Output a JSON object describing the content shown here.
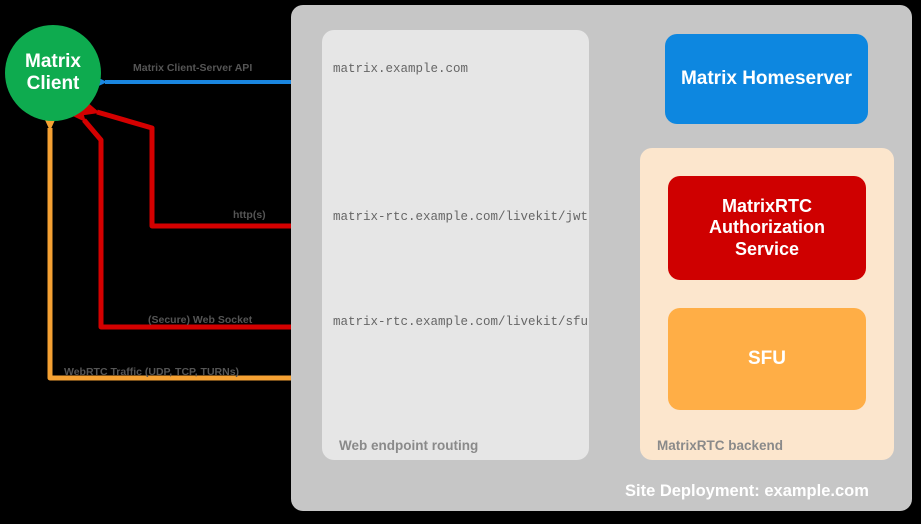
{
  "diagram": {
    "title": "Site Deployment: example.com",
    "colors": {
      "client_green": "#0eab4f",
      "homeserver_blue": "#0d87e0",
      "auth_red": "#cf0000",
      "sfu_orange": "#ffae46",
      "outer_gray": "#c6c6c6",
      "web_routing_gray": "#e6e6e6",
      "rtc_backend_peach": "#fce6cd"
    }
  },
  "nodes": {
    "client": "Matrix\nClient",
    "client_line1": "Matrix",
    "client_line2": "Client",
    "homeserver": "Matrix Homeserver",
    "auth_line1": "MatrixRTC",
    "auth_line2": "Authorization",
    "auth_line3": "Service",
    "sfu": "SFU"
  },
  "groups": {
    "web_routing": "Web endpoint routing",
    "rtc_backend": "MatrixRTC backend",
    "site": "Site Deployment: example.com"
  },
  "connections": [
    {
      "id": "matrix-client-server-api",
      "protocol_label": "Matrix Client-Server API",
      "endpoint": "matrix.example.com",
      "color": "#1a86e0",
      "target": "Matrix Homeserver",
      "direction": "bidirectional"
    },
    {
      "id": "livekit-jwt",
      "protocol_label": "http(s)",
      "endpoint": "matrix-rtc.example.com/livekit/jwt",
      "color": "#d40000",
      "target": "MatrixRTC Authorization Service",
      "direction": "bidirectional"
    },
    {
      "id": "livekit-sfu",
      "protocol_label": "(Secure) Web Socket",
      "endpoint": "matrix-rtc.example.com/livekit/sfu",
      "color": "#d40000",
      "target": "SFU",
      "direction": "bidirectional"
    },
    {
      "id": "webrtc-traffic",
      "protocol_label": "WebRTC Traffic (UDP, TCP, TURNs)",
      "endpoint": "",
      "color": "#f5a133",
      "target": "SFU",
      "direction": "bidirectional"
    }
  ]
}
